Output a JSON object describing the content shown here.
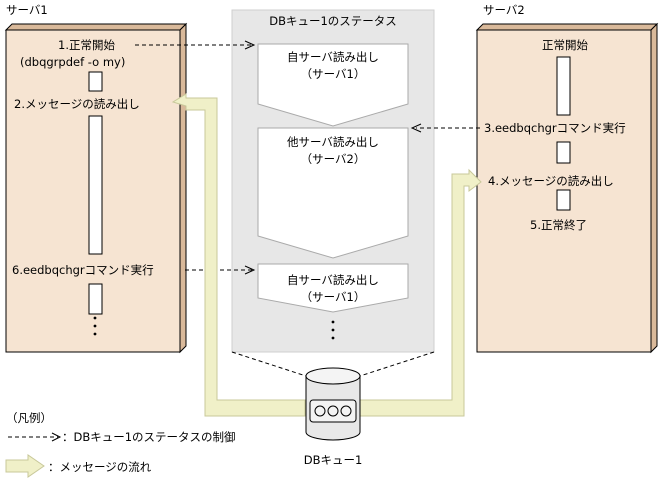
{
  "server1": {
    "title": "サーバ1",
    "steps": [
      {
        "label": "1.正常開始"
      },
      {
        "label": "(dbqgrpdef -o my)"
      },
      {
        "label": "2.メッセージの読み出し"
      },
      {
        "label": "6.eedbqchgrコマンド実行"
      }
    ]
  },
  "queue_status": {
    "title": "DBキュー1のステータス",
    "blocks": [
      {
        "line1": "自サーバ読み出し",
        "line2": "（サーバ1）"
      },
      {
        "line1": "他サーバ読み出し",
        "line2": "（サーバ2）"
      },
      {
        "line1": "自サーバ読み出し",
        "line2": "（サーバ1）"
      }
    ]
  },
  "server2": {
    "title": "サーバ2",
    "steps": [
      {
        "label": "正常開始"
      },
      {
        "label": "3.eedbqchgrコマンド実行"
      },
      {
        "label": "4.メッセージの読み出し"
      },
      {
        "label": "5.正常終了"
      }
    ]
  },
  "database": {
    "label": "DBキュー1"
  },
  "legend": {
    "title": "（凡例）",
    "items": [
      {
        "symbol": "------>",
        "label": "：DBキュー1のステータスの制御"
      },
      {
        "label": "：メッセージの流れ"
      }
    ]
  },
  "colors": {
    "server_box": "#f6e4d2",
    "server_side": "#d9b99a",
    "status_panel": "#e7e7e7",
    "message_flow": "#f0f0c8",
    "message_flow_stroke": "#c8c89a"
  }
}
